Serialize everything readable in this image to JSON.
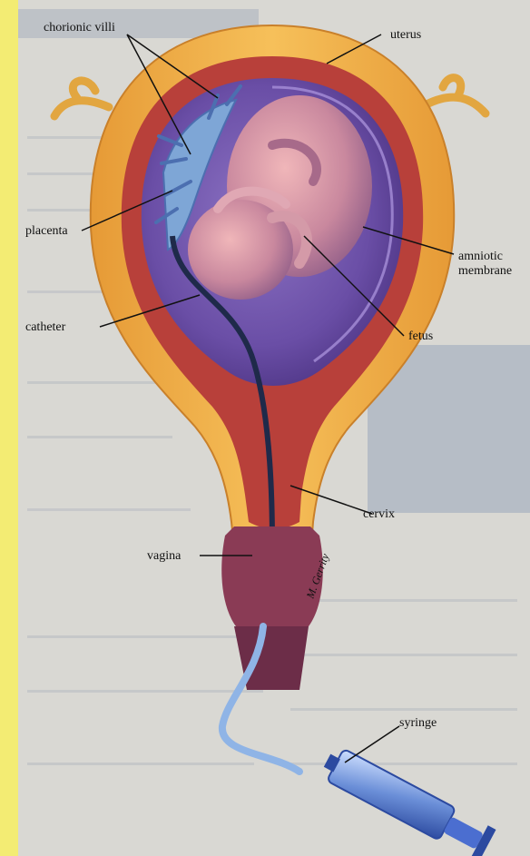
{
  "labels": {
    "chorionic_villi": "chorionic villi",
    "uterus": "uterus",
    "placenta": "placenta",
    "amniotic_membrane_line1": "amniotic",
    "amniotic_membrane_line2": "membrane",
    "catheter": "catheter",
    "fetus": "fetus",
    "cervix": "cervix",
    "vagina": "vagina",
    "syringe": "syringe"
  },
  "signature": "M. Gerrity",
  "colors": {
    "page_background": "#d9d8d3",
    "left_margin": "#f3ec73",
    "outer_wall": "#f0b040",
    "muscle_wall": "#b8403a",
    "amniotic_cavity": "#6e52a8",
    "fetus": "#c3889e",
    "placenta": "#7ea6d6",
    "catheter": "#1f2a4a",
    "tube": "#8fb4e6"
  }
}
